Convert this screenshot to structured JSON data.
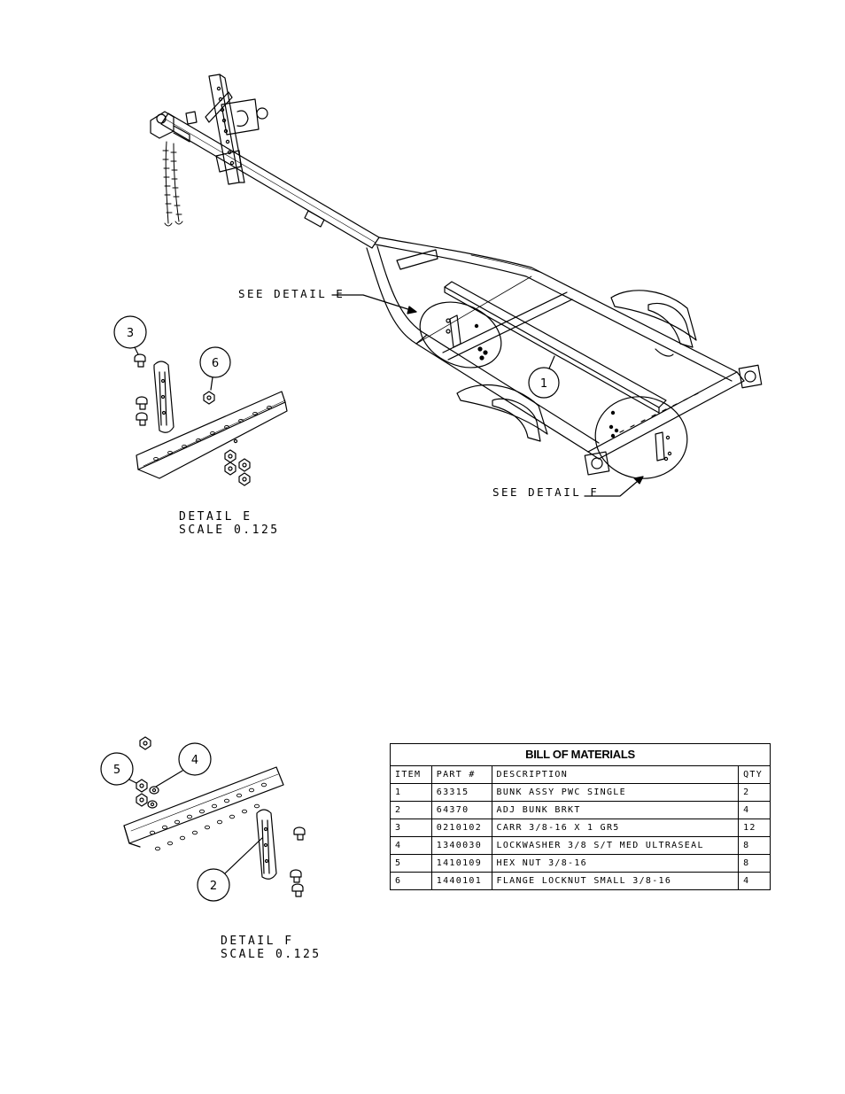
{
  "callouts": {
    "see_detail_e": "SEE DETAIL  E",
    "see_detail_f": "SEE DETAIL  F"
  },
  "detail_e": {
    "title": "DETAIL  E",
    "scale": "SCALE  0.125"
  },
  "detail_f": {
    "title": "DETAIL  F",
    "scale": "SCALE  0.125"
  },
  "balloons": {
    "b1": "1",
    "b2": "2",
    "b3": "3",
    "b4": "4",
    "b5": "5",
    "b6": "6"
  },
  "bom": {
    "title": "BILL OF MATERIALS",
    "headers": [
      "ITEM",
      "PART #",
      "DESCRIPTION",
      "QTY"
    ],
    "rows": [
      [
        "1",
        "63315",
        "BUNK ASSY PWC SINGLE",
        "2"
      ],
      [
        "2",
        "64370",
        "ADJ BUNK BRKT",
        "4"
      ],
      [
        "3",
        "0210102",
        "CARR 3/8-16 X 1 GR5",
        "12"
      ],
      [
        "4",
        "1340030",
        "LOCKWASHER 3/8 S/T MED ULTRASEAL",
        "8"
      ],
      [
        "5",
        "1410109",
        "HEX NUT 3/8-16",
        "8"
      ],
      [
        "6",
        "1440101",
        "FLANGE LOCKNUT SMALL 3/8-16",
        "4"
      ]
    ]
  }
}
